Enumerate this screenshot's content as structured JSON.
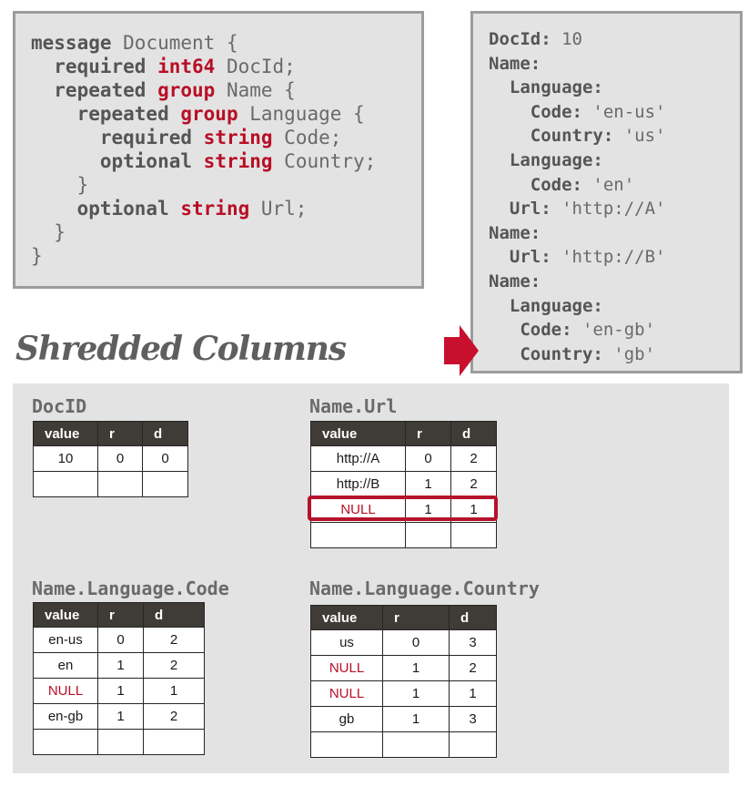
{
  "schema": {
    "lines": [
      [
        {
          "t": "message",
          "c": "kw"
        },
        {
          "t": " Document {",
          "c": "plain"
        }
      ],
      [
        {
          "t": "  required",
          "c": "kw"
        },
        {
          "t": " ",
          "c": "plain"
        },
        {
          "t": "int64",
          "c": "ty"
        },
        {
          "t": " DocId;",
          "c": "plain"
        }
      ],
      [
        {
          "t": "  repeated",
          "c": "kw"
        },
        {
          "t": " ",
          "c": "plain"
        },
        {
          "t": "group",
          "c": "ty"
        },
        {
          "t": " Name {",
          "c": "plain"
        }
      ],
      [
        {
          "t": "    repeated",
          "c": "kw"
        },
        {
          "t": " ",
          "c": "plain"
        },
        {
          "t": "group",
          "c": "ty"
        },
        {
          "t": " Language {",
          "c": "plain"
        }
      ],
      [
        {
          "t": "      required",
          "c": "kw"
        },
        {
          "t": " ",
          "c": "plain"
        },
        {
          "t": "string",
          "c": "ty"
        },
        {
          "t": " Code;",
          "c": "plain"
        }
      ],
      [
        {
          "t": "      optional",
          "c": "kw"
        },
        {
          "t": " ",
          "c": "plain"
        },
        {
          "t": "string",
          "c": "ty"
        },
        {
          "t": " Country;",
          "c": "plain"
        }
      ],
      [
        {
          "t": "    }",
          "c": "plain"
        }
      ],
      [
        {
          "t": "    optional",
          "c": "kw"
        },
        {
          "t": " ",
          "c": "plain"
        },
        {
          "t": "string",
          "c": "ty"
        },
        {
          "t": " Url;",
          "c": "plain"
        }
      ],
      [
        {
          "t": "  }",
          "c": "plain"
        }
      ],
      [
        {
          "t": "}",
          "c": "plain"
        }
      ]
    ]
  },
  "record": {
    "lines": [
      [
        {
          "t": "DocId:",
          "c": "fld"
        },
        {
          "t": " 10",
          "c": "str"
        }
      ],
      [
        {
          "t": "Name:",
          "c": "fld"
        }
      ],
      [
        {
          "t": "  Language:",
          "c": "fld"
        }
      ],
      [
        {
          "t": "    Code:",
          "c": "fld"
        },
        {
          "t": " 'en-us'",
          "c": "str"
        }
      ],
      [
        {
          "t": "    Country:",
          "c": "fld"
        },
        {
          "t": " 'us'",
          "c": "str"
        }
      ],
      [
        {
          "t": "  Language:",
          "c": "fld"
        }
      ],
      [
        {
          "t": "    Code:",
          "c": "fld"
        },
        {
          "t": " 'en'",
          "c": "str"
        }
      ],
      [
        {
          "t": "  Url:",
          "c": "fld"
        },
        {
          "t": " 'http://A'",
          "c": "str"
        }
      ],
      [
        {
          "t": "Name:",
          "c": "fld"
        }
      ],
      [
        {
          "t": "  Url:",
          "c": "fld"
        },
        {
          "t": " 'http://B'",
          "c": "str"
        }
      ],
      [
        {
          "t": "Name:",
          "c": "fld"
        }
      ],
      [
        {
          "t": "  Language:",
          "c": "fld"
        }
      ],
      [
        {
          "t": "   Code:",
          "c": "fld"
        },
        {
          "t": " 'en-gb'",
          "c": "str"
        }
      ],
      [
        {
          "t": "   Country:",
          "c": "fld"
        },
        {
          "t": " 'gb'",
          "c": "str"
        }
      ]
    ]
  },
  "title": "Shredded Columns",
  "colors": {
    "accent": "#b80f26",
    "header": "#3f3b37",
    "panel": "#e3e3e3"
  },
  "columns": [
    {
      "id": "docid",
      "name": "DocID",
      "headers": [
        "value",
        "r",
        "d"
      ],
      "rows": [
        [
          "10",
          "0",
          "0"
        ],
        [
          "",
          "",
          ""
        ]
      ]
    },
    {
      "id": "name-url",
      "name": "Name.Url",
      "headers": [
        "value",
        "r",
        "d"
      ],
      "rows": [
        [
          "http://A",
          "0",
          "2"
        ],
        [
          "http://B",
          "1",
          "2"
        ],
        [
          "NULL",
          "1",
          "1"
        ],
        [
          "",
          "",
          ""
        ]
      ],
      "highlight_row": 2
    },
    {
      "id": "name-language-code",
      "name": "Name.Language.Code",
      "headers": [
        "value",
        "r",
        "d"
      ],
      "rows": [
        [
          "en-us",
          "0",
          "2"
        ],
        [
          "en",
          "1",
          "2"
        ],
        [
          "NULL",
          "1",
          "1"
        ],
        [
          "en-gb",
          "1",
          "2"
        ],
        [
          "",
          "",
          ""
        ]
      ]
    },
    {
      "id": "name-language-country",
      "name": "Name.Language.Country",
      "headers": [
        "value",
        "r",
        "d"
      ],
      "rows": [
        [
          "us",
          "0",
          "3"
        ],
        [
          "NULL",
          "1",
          "2"
        ],
        [
          "NULL",
          "1",
          "1"
        ],
        [
          "gb",
          "1",
          "3"
        ],
        [
          "",
          "",
          ""
        ]
      ]
    }
  ]
}
